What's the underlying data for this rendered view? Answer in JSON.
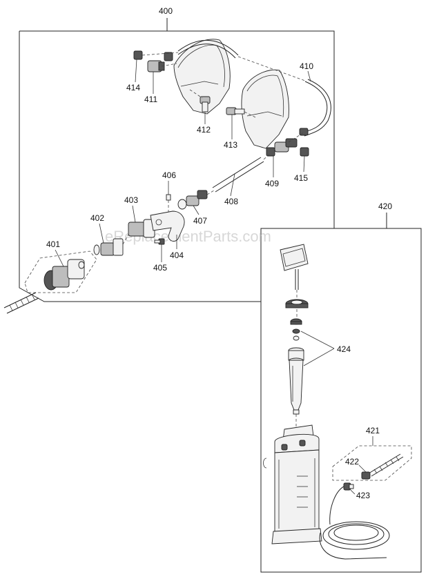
{
  "watermark": "eReplacementParts.com",
  "assemblies": {
    "spray_head": "400",
    "tank": "420",
    "hose_set": "421"
  },
  "parts": {
    "p401": "401",
    "p402": "402",
    "p403": "403",
    "p404": "404",
    "p405": "405",
    "p406": "406",
    "p407": "407",
    "p408": "408",
    "p409": "409",
    "p410": "410",
    "p411": "411",
    "p412": "412",
    "p413": "413",
    "p414": "414",
    "p415": "415",
    "p422": "422",
    "p423": "423",
    "p424": "424"
  }
}
